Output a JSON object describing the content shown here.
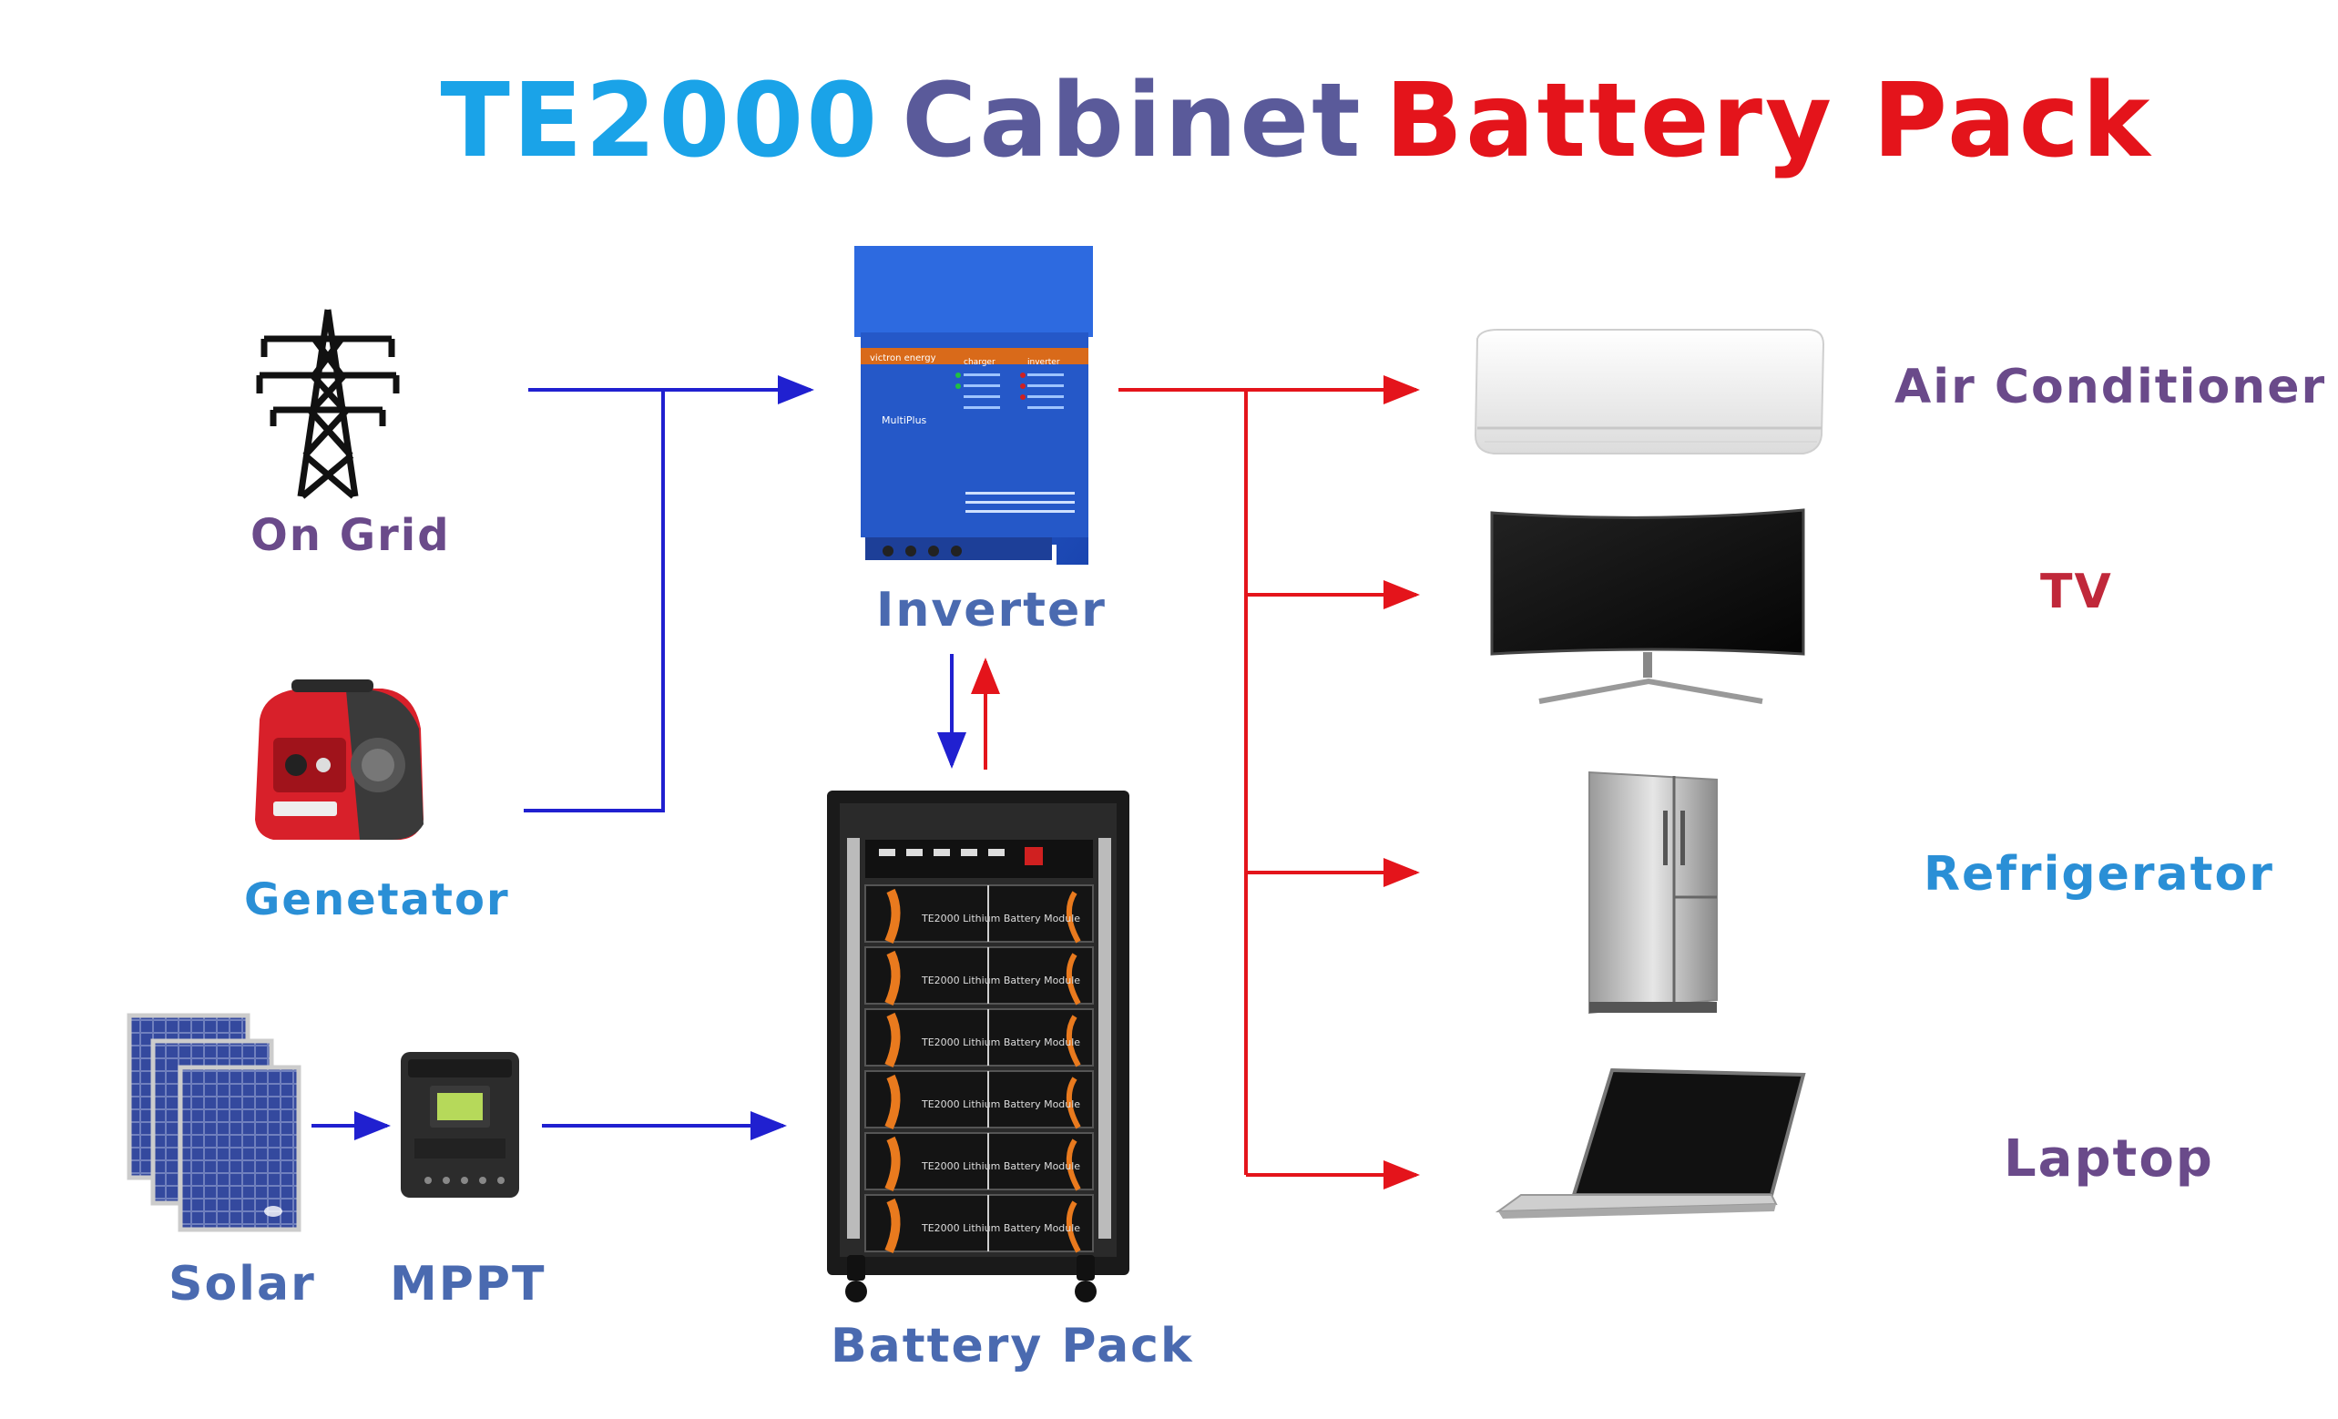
{
  "title": {
    "part1": "TE2000",
    "part2": "Cabinet",
    "part3": "Battery Pack",
    "colors": {
      "part1": "#1aa3e8",
      "part2": "#5a5a9a",
      "part3": "#e4141b"
    }
  },
  "sources": {
    "grid": "On Grid",
    "generator": "Genetator",
    "solar": "Solar",
    "mppt": "MPPT"
  },
  "center": {
    "inverter": "Inverter",
    "battery": "Battery Pack"
  },
  "inverter_panel": {
    "brand": "victron energy",
    "model": "MultiPlus",
    "charger": "charger",
    "inverter": "inverter"
  },
  "battery_modules": {
    "module_label": "TE2000  Lithium  Battery  Module",
    "count": 6
  },
  "loads": {
    "ac": "Air Conditioner",
    "tv": "TV",
    "fridge": "Refrigerator",
    "laptop": "Laptop"
  },
  "colors": {
    "blue_line": "#2020d0",
    "red_line": "#e4141b",
    "label_blue": "#2a8fd6",
    "label_purple": "#6a4a8a",
    "label_red": "#c0283a"
  }
}
